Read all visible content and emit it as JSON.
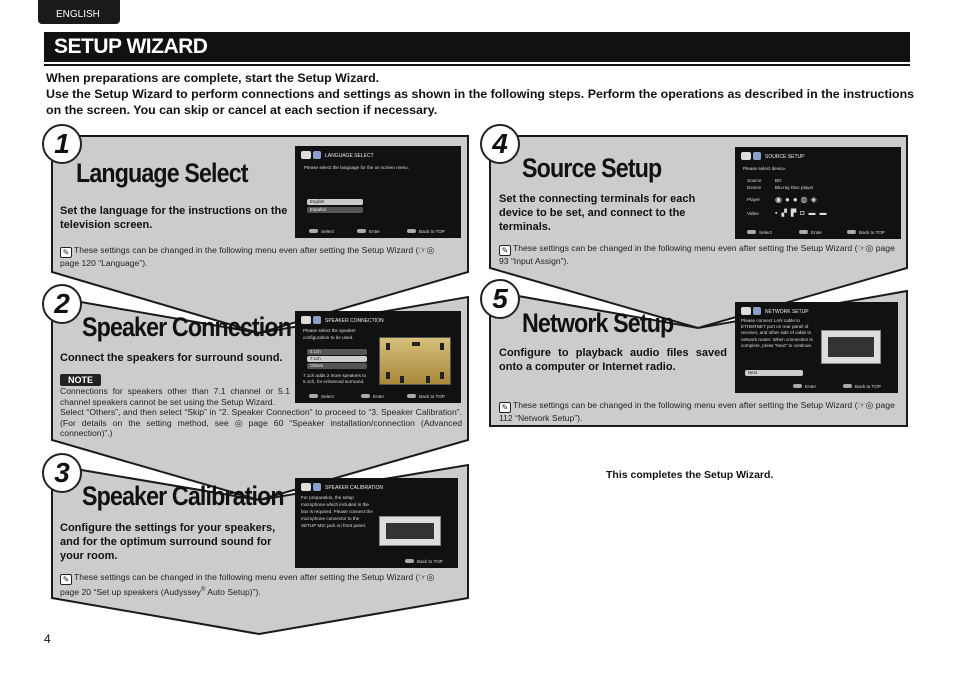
{
  "header": {
    "language": "ENGLISH",
    "section_title": "SETUP WIZARD"
  },
  "intro": {
    "line1": "When preparations are complete, start the Setup Wizard.",
    "line2": "Use the Setup Wizard to perform connections and settings as shown in the following steps. Perform the operations as described in the instructions on the screen. You can skip or cancel at each section if necessary."
  },
  "steps": [
    {
      "number": "1",
      "title": "Language Select",
      "desc": "Set the language for the instructions on the television screen.",
      "note_prefix": "These settings can be changed in the following menu even after setting the Setup Wizard (",
      "note_ref": "page 120 “Language”).",
      "screen": {
        "header": "LANGUAGE SELECT",
        "message": "Please select the language for the on screen menu.",
        "options": [
          "English",
          "Español"
        ],
        "footer_select": "Select",
        "footer_enter": "Enter",
        "footer_back": "Back to TOP"
      }
    },
    {
      "number": "2",
      "title": "Speaker Connection",
      "desc": "Connect the speakers for surround sound.",
      "note_label": "NOTE",
      "note1": "Connections for speakers other than 7.1 channel or 5.1 channel speakers cannot be set using the Setup Wizard.",
      "note2_prefix": "Select “Others”, and then select “Skip” in “2. Speaker Connection” to proceed to “3. Speaker Calibration”. (For details on the setting method, see",
      "note2_ref": "page 60 “Speaker installation/connection (Advanced connection)”.)",
      "screen": {
        "header": "SPEAKER CONNECTION",
        "message": "Please select the speaker configuration to be used.",
        "options": [
          "5.1ch",
          "7.1ch",
          "Others"
        ],
        "sub": "7.1ch adds 2 more speakers to 5.1ch, for enhanced surround.",
        "footer_select": "Select",
        "footer_enter": "Enter",
        "footer_back": "Back to TOP"
      }
    },
    {
      "number": "3",
      "title": "Speaker Calibration",
      "desc": "Configure the settings for your speakers, and for the optimum surround sound for your room.",
      "note_prefix": "These settings can be changed in the following menu even after setting the Setup Wizard (",
      "note_ref": "page 20 “Set up speakers (Audyssey",
      "note_ref_sup": "®",
      "note_ref_end": " Auto Setup)”).",
      "screen": {
        "header": "SPEAKER CALIBRATION",
        "message": "For preparation, the setup microphone which included in the box is required. Please connect the microphone connector to the SETUP MIC jack on front panel.",
        "footer_back": "Back to TOP"
      }
    },
    {
      "number": "4",
      "title": "Source Setup",
      "desc": "Set the connecting terminals for each device to be set, and connect to the terminals.",
      "note_prefix": "These settings can be changed in the following menu even after setting the Setup Wizard (",
      "note_ref": "page 93 “Input Assign”).",
      "screen": {
        "header": "SOURCE SETUP",
        "message": "Please select device.",
        "source_label": "Source",
        "source_value": "BD",
        "device_label": "Device",
        "device_value": "Blu-ray Disc player",
        "player_label": "Player",
        "video_label": "Video",
        "footer_select": "Select",
        "footer_enter": "Enter",
        "footer_back": "Back to TOP"
      }
    },
    {
      "number": "5",
      "title": "Network Setup",
      "desc": "Configure to playback audio files saved onto a computer or Internet radio.",
      "note_prefix": "These settings can be changed in the following menu even after setting the Setup Wizard (",
      "note_ref": "page 112 “Network Setup”).",
      "screen": {
        "header": "NETWORK SETUP",
        "message": "Please connect LAN cable to ETHERNET port on rear panel of receiver, and other side of cable to network router. When connection is complete, press “Next” to continue.",
        "option": "Next",
        "footer_enter": "Enter",
        "footer_back": "Back to TOP"
      }
    }
  ],
  "completion": "This completes the Setup Wizard.",
  "page_number": "4",
  "colors": {
    "panel_fill": "#cccccc",
    "panel_stroke": "#1a1a1a",
    "screen_bg": "#111111"
  },
  "icons": {
    "memo": "memo-icon",
    "reference": "reference-icon"
  }
}
